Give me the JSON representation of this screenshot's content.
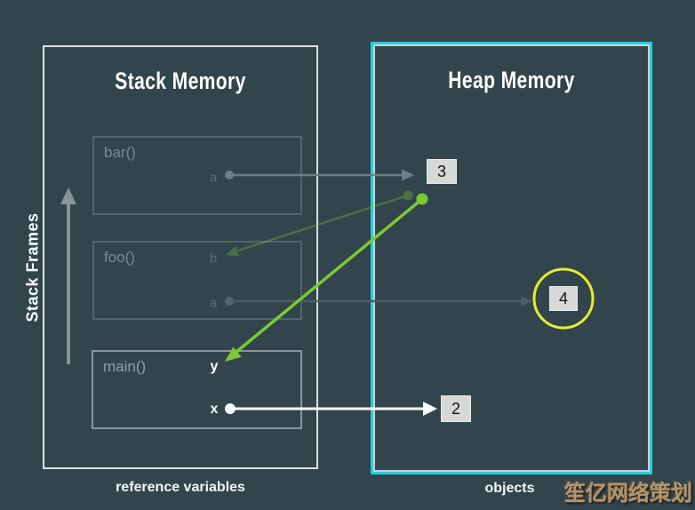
{
  "stack": {
    "title": "Stack Memory",
    "side_label": "Stack Frames",
    "caption": "reference variables",
    "frames": [
      {
        "name": "bar()",
        "vars": [
          {
            "name": "a"
          }
        ]
      },
      {
        "name": "foo()",
        "vars": [
          {
            "name": "b"
          },
          {
            "name": "a"
          }
        ]
      },
      {
        "name": "main()",
        "vars": [
          {
            "name": "y"
          },
          {
            "name": "x"
          }
        ]
      }
    ]
  },
  "heap": {
    "title": "Heap Memory",
    "caption": "objects",
    "objects": [
      {
        "value": "3",
        "circled": false
      },
      {
        "value": "4",
        "circled": true
      },
      {
        "value": "2",
        "circled": false
      }
    ]
  },
  "watermark": "笙亿网络策划",
  "colors": {
    "background": "#32454d",
    "stack_border": "#dce1e3",
    "heap_border": "#23d0e2",
    "arrow_gray": "#6f7f86",
    "arrow_faint": "#4d5d65",
    "arrow_white": "#ffffff",
    "arrow_green": "#7dc832",
    "highlight_circle": "#e9ea2e",
    "object_fill": "#d8d8d8",
    "up_arrow": "#8a9499"
  }
}
